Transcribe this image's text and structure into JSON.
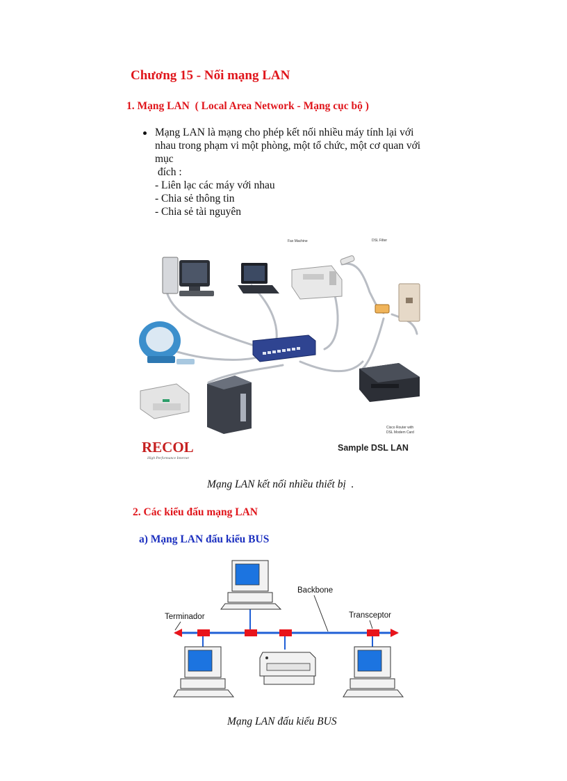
{
  "chapter": {
    "title": "Chương 15 - Nối mạng LAN"
  },
  "section1": {
    "heading": "1. Mạng LAN  ( Local Area Network - Mạng cục bộ )",
    "bullet_lines": [
      "Mạng LAN là mạng cho phép kết nối nhiều máy tính lại với",
      "nhau trong phạm vi một phòng, một tổ chức, một cơ quan với",
      "mục",
      " đích :",
      "- Liên lạc các máy với nhau",
      "- Chia sẻ thông tin",
      "- Chia sẻ tài nguyên"
    ]
  },
  "figure1": {
    "labels": {
      "fax": "Fax Machine",
      "dsl_filter": "DSL Filter",
      "router_line1": "Cisco Router with",
      "router_line2": "DSL Modem Card",
      "brand": "RECOL",
      "brand_tagline": "High Performance Internet",
      "title": "Sample DSL LAN"
    },
    "caption": "Mạng LAN kết nối nhiều thiết bị  ."
  },
  "section2": {
    "heading": "2. Các kiểu đấu mạng LAN",
    "sub_a": "a) Mạng LAN đấu kiểu BUS"
  },
  "figure2": {
    "labels": {
      "backbone": "Backbone",
      "terminador": "Terminador",
      "transceptor": "Transceptor"
    },
    "caption": "Mạng LAN đấu kiểu BUS"
  },
  "colors": {
    "heading_red": "#e0161c",
    "heading_blue": "#1b2fbf",
    "bus_line": "#1f5fd6",
    "transceiver": "#e8141b"
  }
}
